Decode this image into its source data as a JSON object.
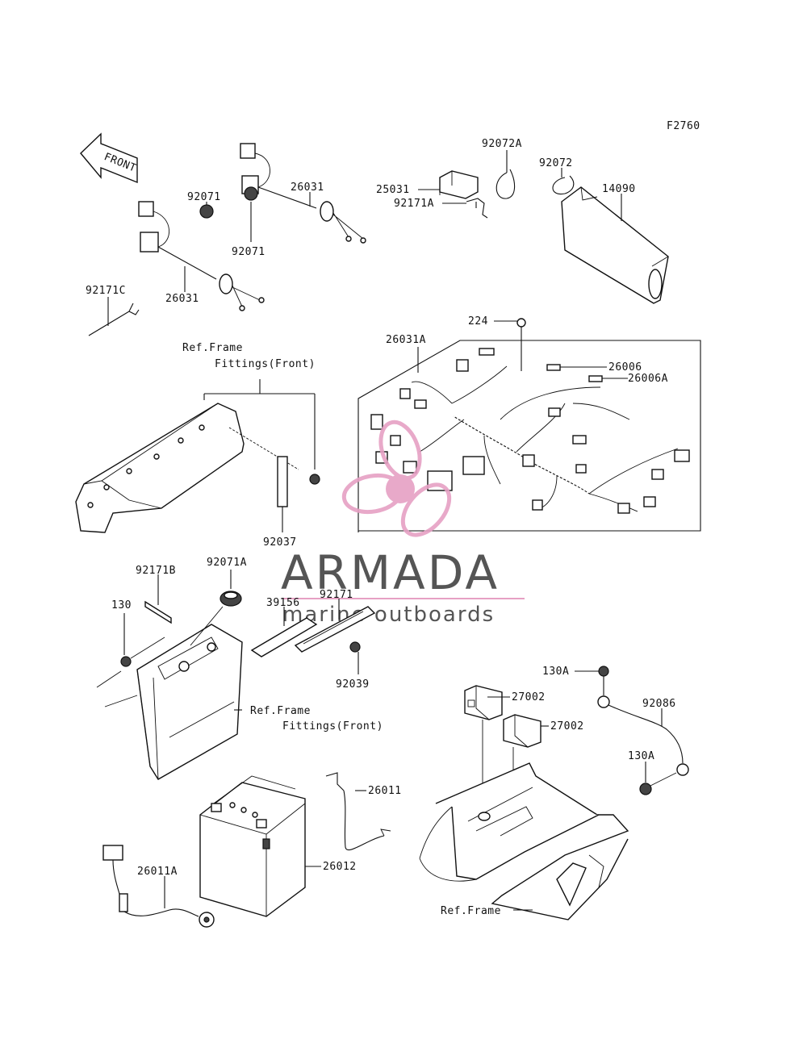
{
  "figure_code": "F2760",
  "front_arrow_label": "FRONT",
  "callouts": {
    "c92072A": "92072A",
    "c25031": "25031",
    "c92072": "92072",
    "c14090": "14090",
    "c92171A": "92171A",
    "c92071_a": "92071",
    "c92071_b": "92071",
    "c26031_a": "26031",
    "c26031_b": "26031",
    "c92171C": "92171C",
    "c224": "224",
    "c26031A": "26031A",
    "c26006": "26006",
    "c26006A": "26006A",
    "c92037": "92037",
    "c92171B": "92171B",
    "c92071A": "92071A",
    "c130": "130",
    "c39156": "39156",
    "c92171": "92171",
    "c92039": "92039",
    "c130A_a": "130A",
    "c130A_b": "130A",
    "c27002_a": "27002",
    "c27002_b": "27002",
    "c92086": "92086",
    "c26011": "26011",
    "c26011A": "26011A",
    "c26012": "26012"
  },
  "ref_labels": {
    "ref1_line1": "Ref.Frame",
    "ref1_line2": "Fittings(Front)",
    "ref2_line1": "Ref.Frame",
    "ref2_line2": "Fittings(Front)",
    "ref3": "Ref.Frame"
  },
  "watermark": {
    "brand": "ARMADA",
    "tagline": "marine outboards",
    "logo": "propeller-logo"
  },
  "colors": {
    "line": "#111111",
    "watermark_text": "#555555",
    "watermark_pink": "#e6a0c4"
  }
}
